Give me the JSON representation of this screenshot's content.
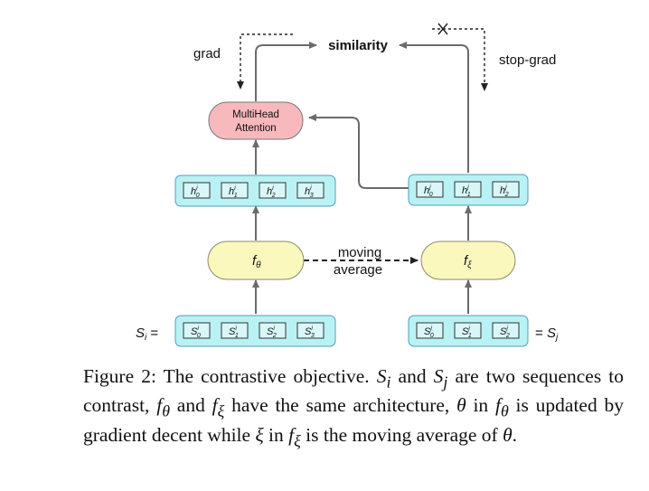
{
  "labels": {
    "grad": "grad",
    "similarity": "similarity",
    "stop_grad": "stop-grad",
    "attention_line1": "MultiHead",
    "attention_line2": "Attention",
    "moving_line1": "moving",
    "moving_line2": "average",
    "f_theta": "θ",
    "f_xi": "ξ",
    "si_eq": "S",
    "si_sub": "i",
    "sj_sub": "j"
  },
  "left": {
    "hidden": [
      {
        "base": "h",
        "sub": "0",
        "sup": "i"
      },
      {
        "base": "h",
        "sub": "1",
        "sup": "i"
      },
      {
        "base": "h",
        "sub": "2",
        "sup": "i"
      },
      {
        "base": "h",
        "sub": "3",
        "sup": "i"
      }
    ],
    "seq": [
      {
        "base": "S",
        "sub": "0",
        "sup": "i"
      },
      {
        "base": "S",
        "sub": "1",
        "sup": "i"
      },
      {
        "base": "S",
        "sub": "2",
        "sup": "i"
      },
      {
        "base": "S",
        "sub": "3",
        "sup": "i"
      }
    ]
  },
  "right": {
    "hidden": [
      {
        "base": "h",
        "sub": "0",
        "sup": "j"
      },
      {
        "base": "h",
        "sub": "1",
        "sup": "j"
      },
      {
        "base": "h",
        "sub": "2",
        "sup": "j"
      }
    ],
    "seq": [
      {
        "base": "S",
        "sub": "0",
        "sup": "j"
      },
      {
        "base": "S",
        "sub": "1",
        "sup": "j"
      },
      {
        "base": "S",
        "sub": "2",
        "sup": "j"
      }
    ]
  },
  "caption": {
    "prefix": "Figure 2: The contrastive objective.",
    "t1": " and ",
    "t2": " are two sequences to contrast, ",
    "t3": " and ",
    "t4": " have the same architecture, ",
    "t5": " in ",
    "t6": " is updated by gradient decent while ",
    "t7": " in ",
    "t8": " is the moving average of ",
    "t9": "."
  },
  "colors": {
    "cyan_fill": "#b9f2f4",
    "cyan_stroke": "#4f9fbd",
    "yellow_fill": "#fbf8bd",
    "pink_fill": "#f8b9bd",
    "arrow": "#6b6b6b"
  }
}
